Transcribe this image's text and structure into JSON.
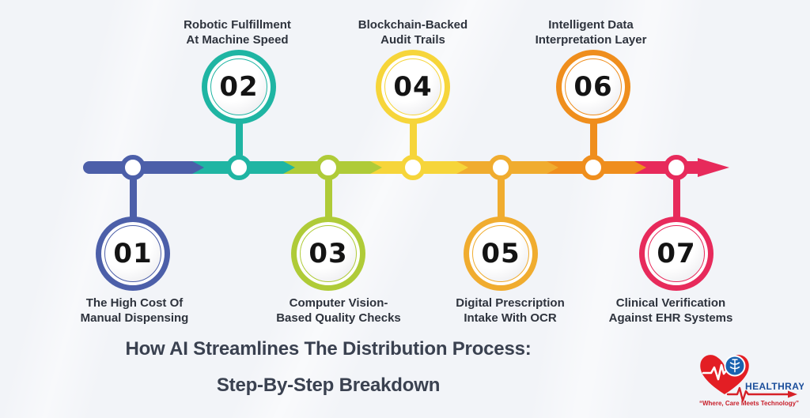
{
  "title": {
    "line1": "How AI Streamlines The Distribution Process:",
    "line2": "Step-By-Step Breakdown"
  },
  "steps": [
    {
      "number": "01",
      "label_line1": "The High Cost Of",
      "label_line2": "Manual Dispensing",
      "color": "#4C5FA9",
      "position": "bottom"
    },
    {
      "number": "02",
      "label_line1": "Robotic Fulfillment",
      "label_line2": "At Machine Speed",
      "color": "#1FB5A3",
      "position": "top"
    },
    {
      "number": "03",
      "label_line1": "Computer Vision-",
      "label_line2": "Based Quality Checks",
      "color": "#AFCB38",
      "position": "bottom"
    },
    {
      "number": "04",
      "label_line1": "Blockchain-Backed",
      "label_line2": "Audit Trails",
      "color": "#F6D53A",
      "position": "top"
    },
    {
      "number": "05",
      "label_line1": "Digital Prescription",
      "label_line2": "Intake With OCR",
      "color": "#F0AC2F",
      "position": "bottom"
    },
    {
      "number": "06",
      "label_line1": "Intelligent Data",
      "label_line2": "Interpretation Layer",
      "color": "#EF8E1D",
      "position": "top"
    },
    {
      "number": "07",
      "label_line1": "Clinical Verification",
      "label_line2": "Against EHR Systems",
      "color": "#E72A5B",
      "position": "bottom"
    }
  ],
  "timeline": {
    "direction": "left-to-right"
  },
  "logo": {
    "brand": "HEALTHRAY",
    "tagline": "“Where, Care Meets Technology”",
    "brand_color": "#1B4E9B",
    "heart_color": "#E31E24",
    "tagline_color": "#C8202B",
    "badge_color": "#1A63B0"
  },
  "colors": {
    "background": "#F2F4F8",
    "label_text": "#2E333D",
    "title_text": "#3A4150"
  }
}
